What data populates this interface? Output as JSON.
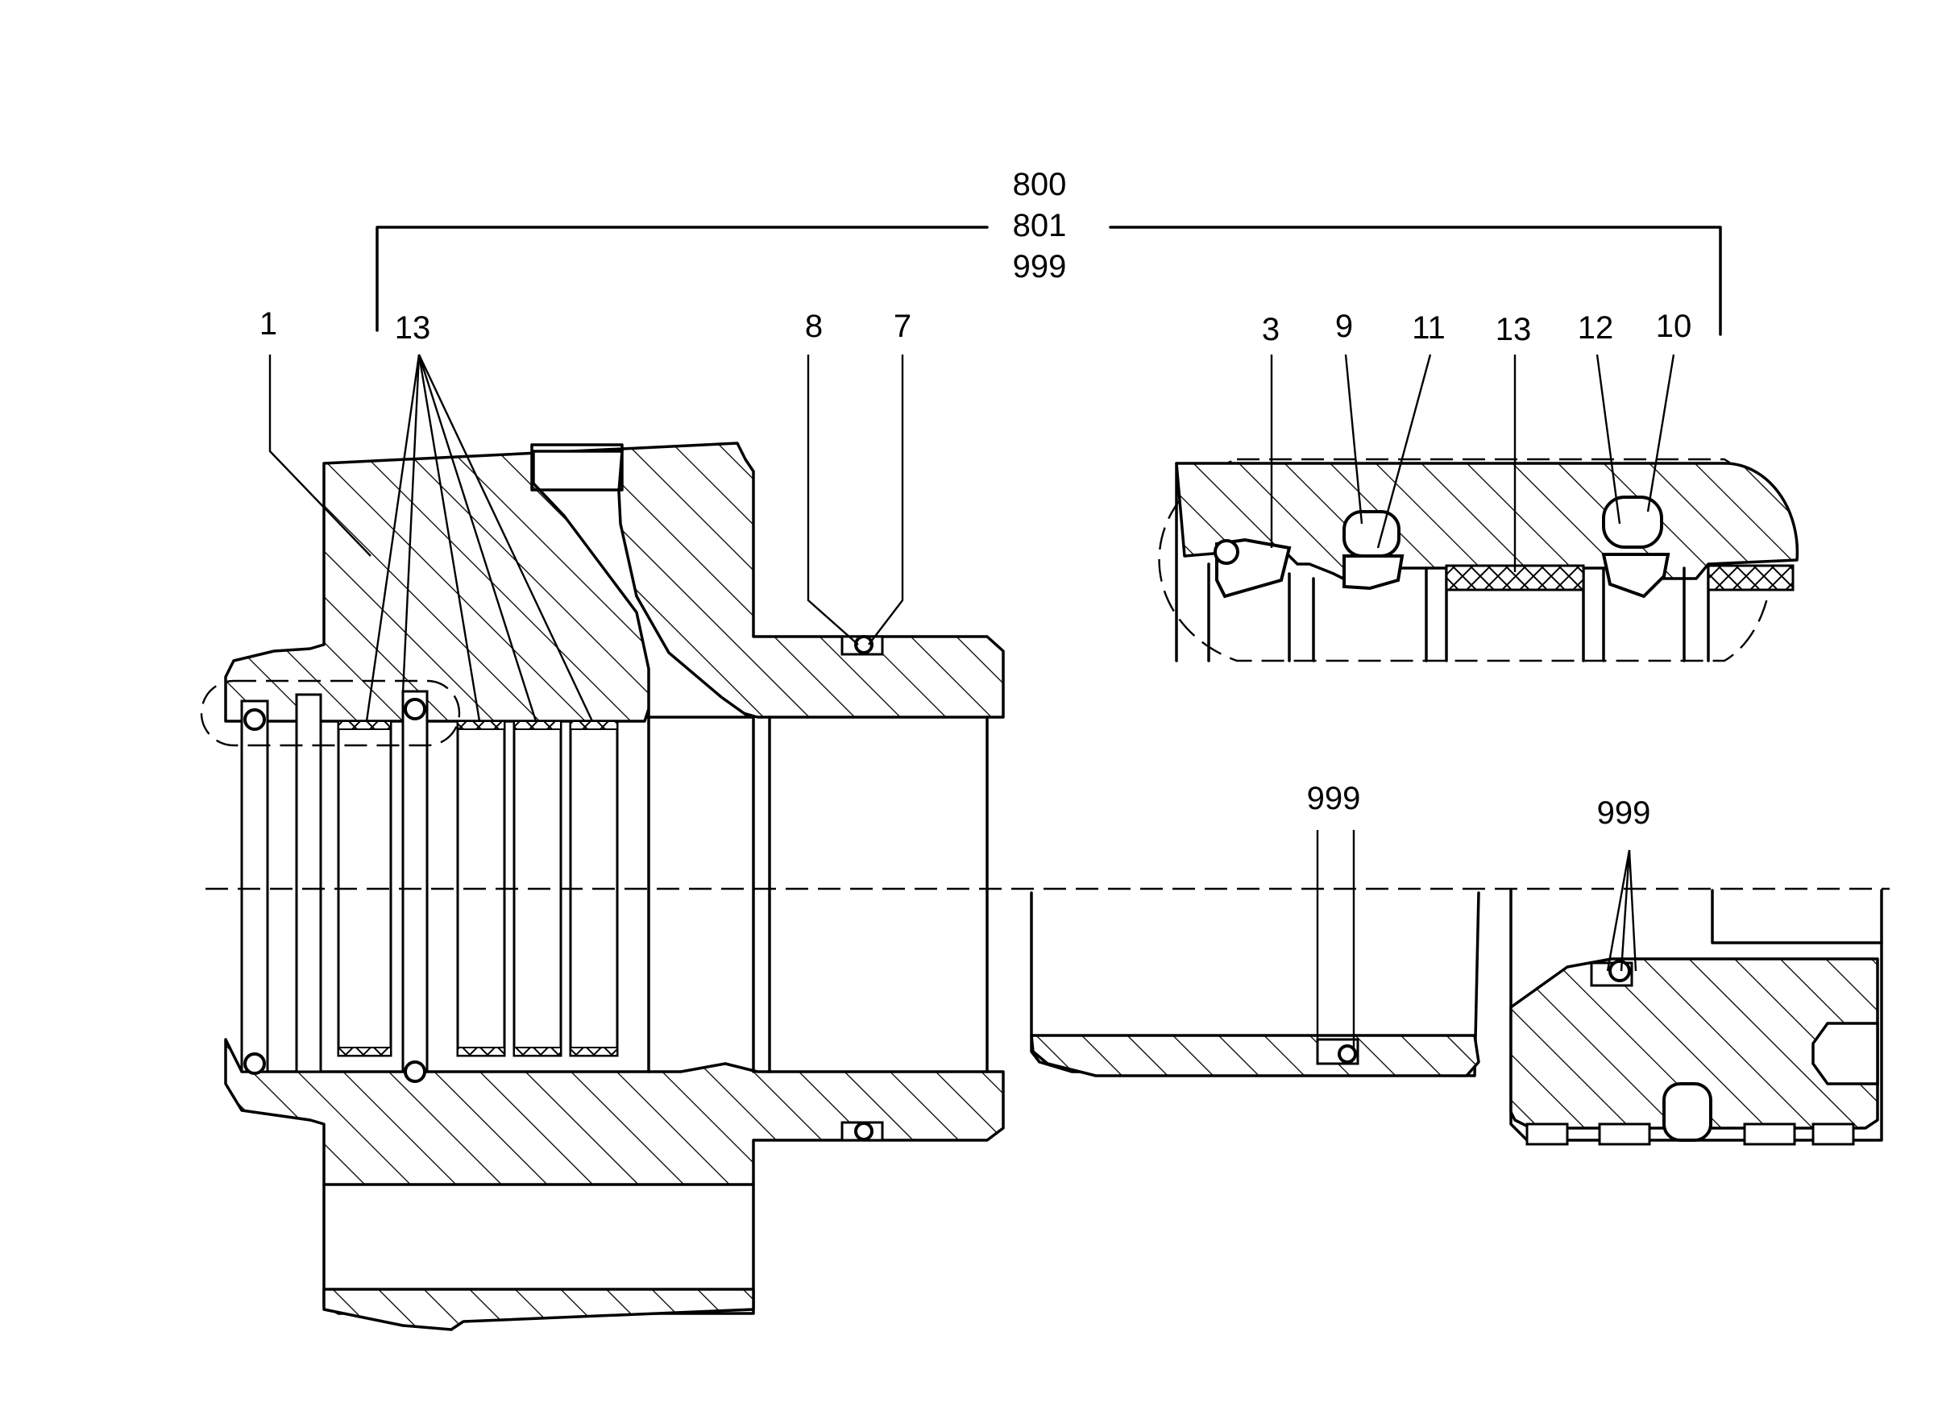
{
  "diagram": {
    "group_label": [
      "800",
      "801",
      "999"
    ],
    "callouts": [
      {
        "id": "1",
        "text": "1"
      },
      {
        "id": "13a",
        "text": "13"
      },
      {
        "id": "8",
        "text": "8"
      },
      {
        "id": "7",
        "text": "7"
      },
      {
        "id": "3",
        "text": "3"
      },
      {
        "id": "9",
        "text": "9"
      },
      {
        "id": "11",
        "text": "11"
      },
      {
        "id": "13b",
        "text": "13"
      },
      {
        "id": "12",
        "text": "12"
      },
      {
        "id": "10",
        "text": "10"
      },
      {
        "id": "999a",
        "text": "999"
      },
      {
        "id": "999b",
        "text": "999"
      }
    ]
  }
}
